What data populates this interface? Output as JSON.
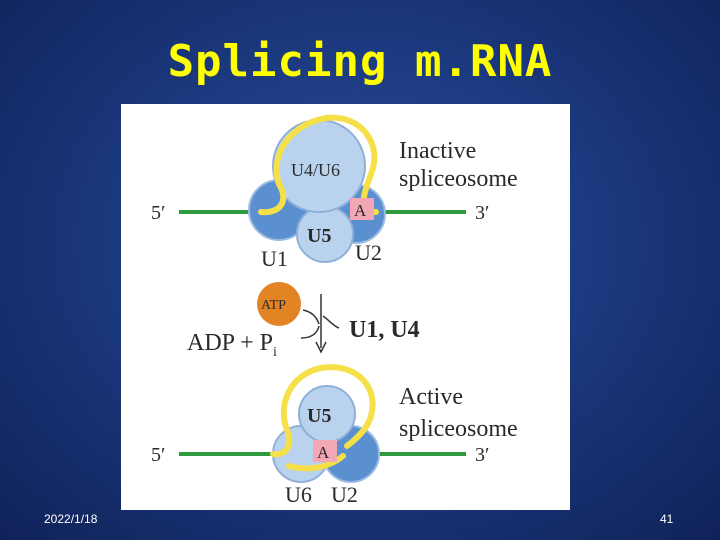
{
  "slide": {
    "title": "Splicing m.RNA",
    "date": "2022/1/18",
    "page_number": "41"
  },
  "diagram": {
    "inactive": {
      "label_line1": "Inactive",
      "label_line2": "spliceosome",
      "five_prime": "5′",
      "three_prime": "3′",
      "u4u6": "U4/U6",
      "u5": "U5",
      "u1": "U1",
      "u2": "U2",
      "branch_a": "A"
    },
    "transition": {
      "atp": "ATP",
      "adp_pi": "ADP + P",
      "pi_sub": "i",
      "released": "U1, U4"
    },
    "active": {
      "label_line1": "Active",
      "label_line2": "spliceosome",
      "five_prime": "5′",
      "three_prime": "3′",
      "u5": "U5",
      "u6": "U6",
      "u2": "U2",
      "branch_a": "A"
    },
    "colors": {
      "rna_green": "#2e9a3e",
      "intron_yellow": "#f5e04a",
      "snrnp_light_blue": "#b9d3ef",
      "snrnp_dark_blue": "#5a8fd0",
      "atp_orange": "#e38424",
      "branch_pink": "#f3a7b4"
    }
  }
}
